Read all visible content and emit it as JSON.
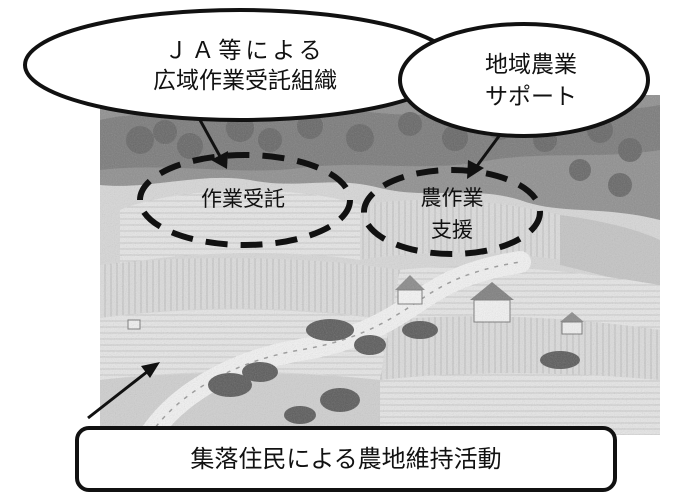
{
  "callouts": {
    "ja": {
      "line1": "ＪＡ等による",
      "line2": "広域作業受託組織"
    },
    "regional": {
      "line1": "地域農業",
      "line2": "サポート"
    }
  },
  "zones": {
    "contract": "作業受託",
    "support": {
      "line1": "農作業",
      "line2": "支援"
    }
  },
  "bottom_box": {
    "label": "集落住民による農地維持活動"
  }
}
